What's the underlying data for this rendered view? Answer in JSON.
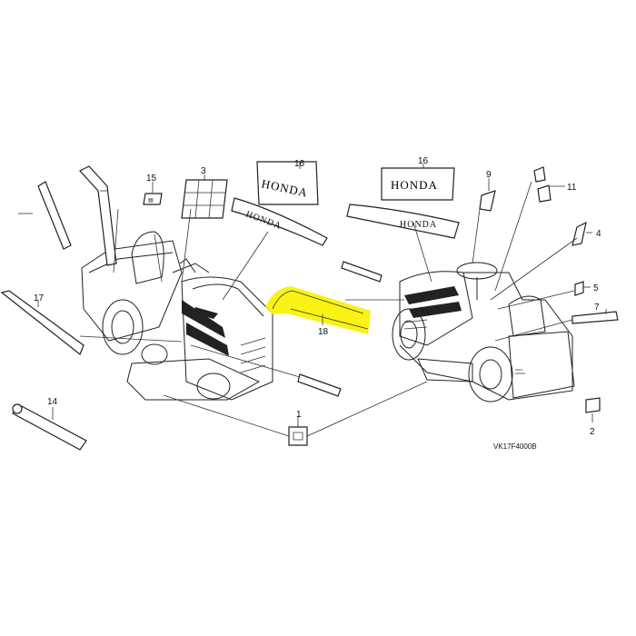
{
  "diagram": {
    "parts": [
      {
        "number": "1"
      },
      {
        "number": "2"
      },
      {
        "number": "3"
      },
      {
        "number": "4"
      },
      {
        "number": "5"
      },
      {
        "number": "7"
      },
      {
        "number": "9"
      },
      {
        "number": "11"
      },
      {
        "number": "14"
      },
      {
        "number": "15"
      },
      {
        "number": "16"
      },
      {
        "number": "16"
      },
      {
        "number": "17"
      },
      {
        "number": "18"
      }
    ],
    "decal_text_left": "HONDA",
    "decal_text_right": "HONDA",
    "emblem_text_left": "HONDA",
    "emblem_text_right": "HONDA",
    "drawing_code": "VK17F4000B",
    "highlight_color": "#f7f200"
  }
}
